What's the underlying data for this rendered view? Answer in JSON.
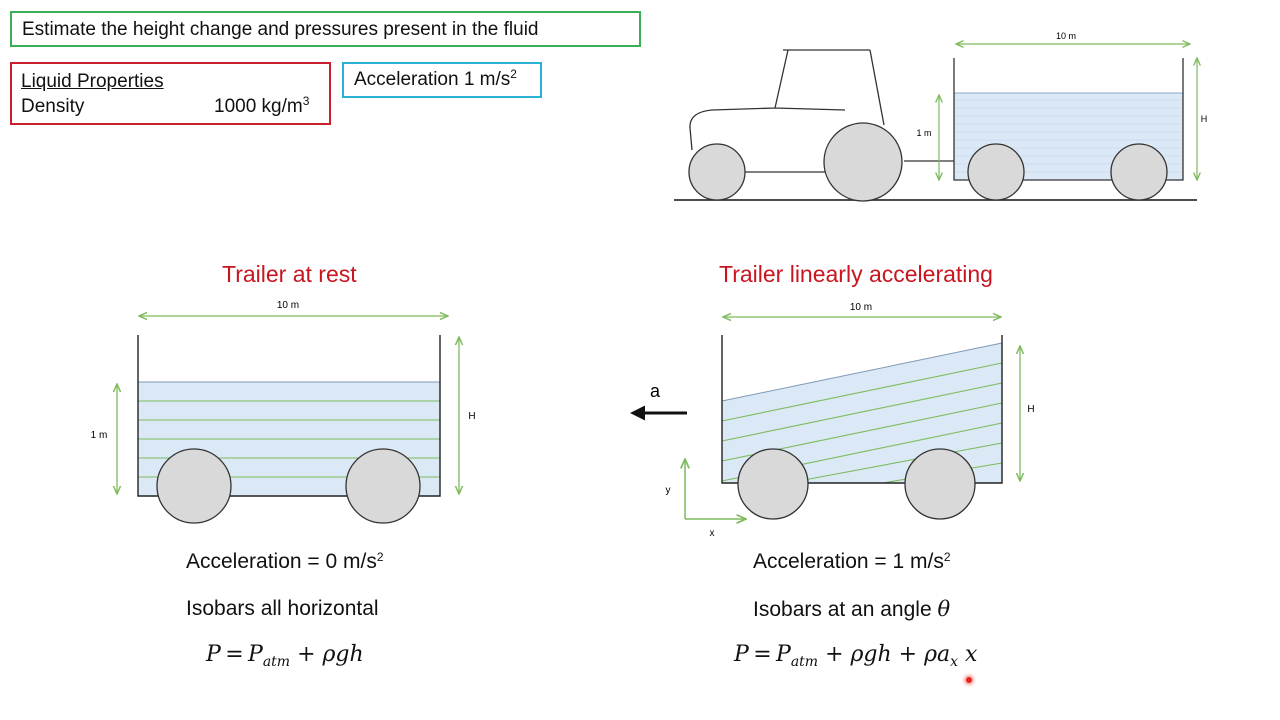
{
  "problem_text": "Estimate the height change and pressures present in the fluid",
  "liquid_properties": {
    "header": "Liquid Properties",
    "density_label": "Density",
    "density_value": "1000 kg/m",
    "density_exp": "3"
  },
  "acceleration_box": {
    "label": "Acceleration  1 m/s",
    "exp": "2"
  },
  "top_diagram": {
    "width_label": "10 m",
    "depth_label": "1 m",
    "height_label": "H"
  },
  "rest_panel": {
    "heading": "Trailer at rest",
    "width_label": "10 m",
    "depth_label": "1 m",
    "height_label": "H",
    "accel_text": "Acceleration = 0 m/s",
    "accel_exp": "2",
    "isobar_text": "Isobars all horizontal",
    "formula": "P = P_atm + ρgh"
  },
  "accel_panel": {
    "heading": "Trailer linearly accelerating",
    "width_label": "10 m",
    "height_label": "H",
    "arrow_label": "a",
    "y_axis_label": "y",
    "x_axis_label": "x",
    "accel_text": "Acceleration = 1 m/s",
    "accel_exp": "2",
    "isobar_text": "Isobars at an angle ",
    "theta": "θ",
    "formula": "P = P_atm + ρgh + ρa_x x"
  },
  "colors": {
    "water": "#dbe8f6",
    "isobar_green": "#7dbb5d",
    "dimension_green": "#7dbb5d",
    "heading_red": "#c8151f",
    "wheel_fill": "#d9d9d9"
  }
}
